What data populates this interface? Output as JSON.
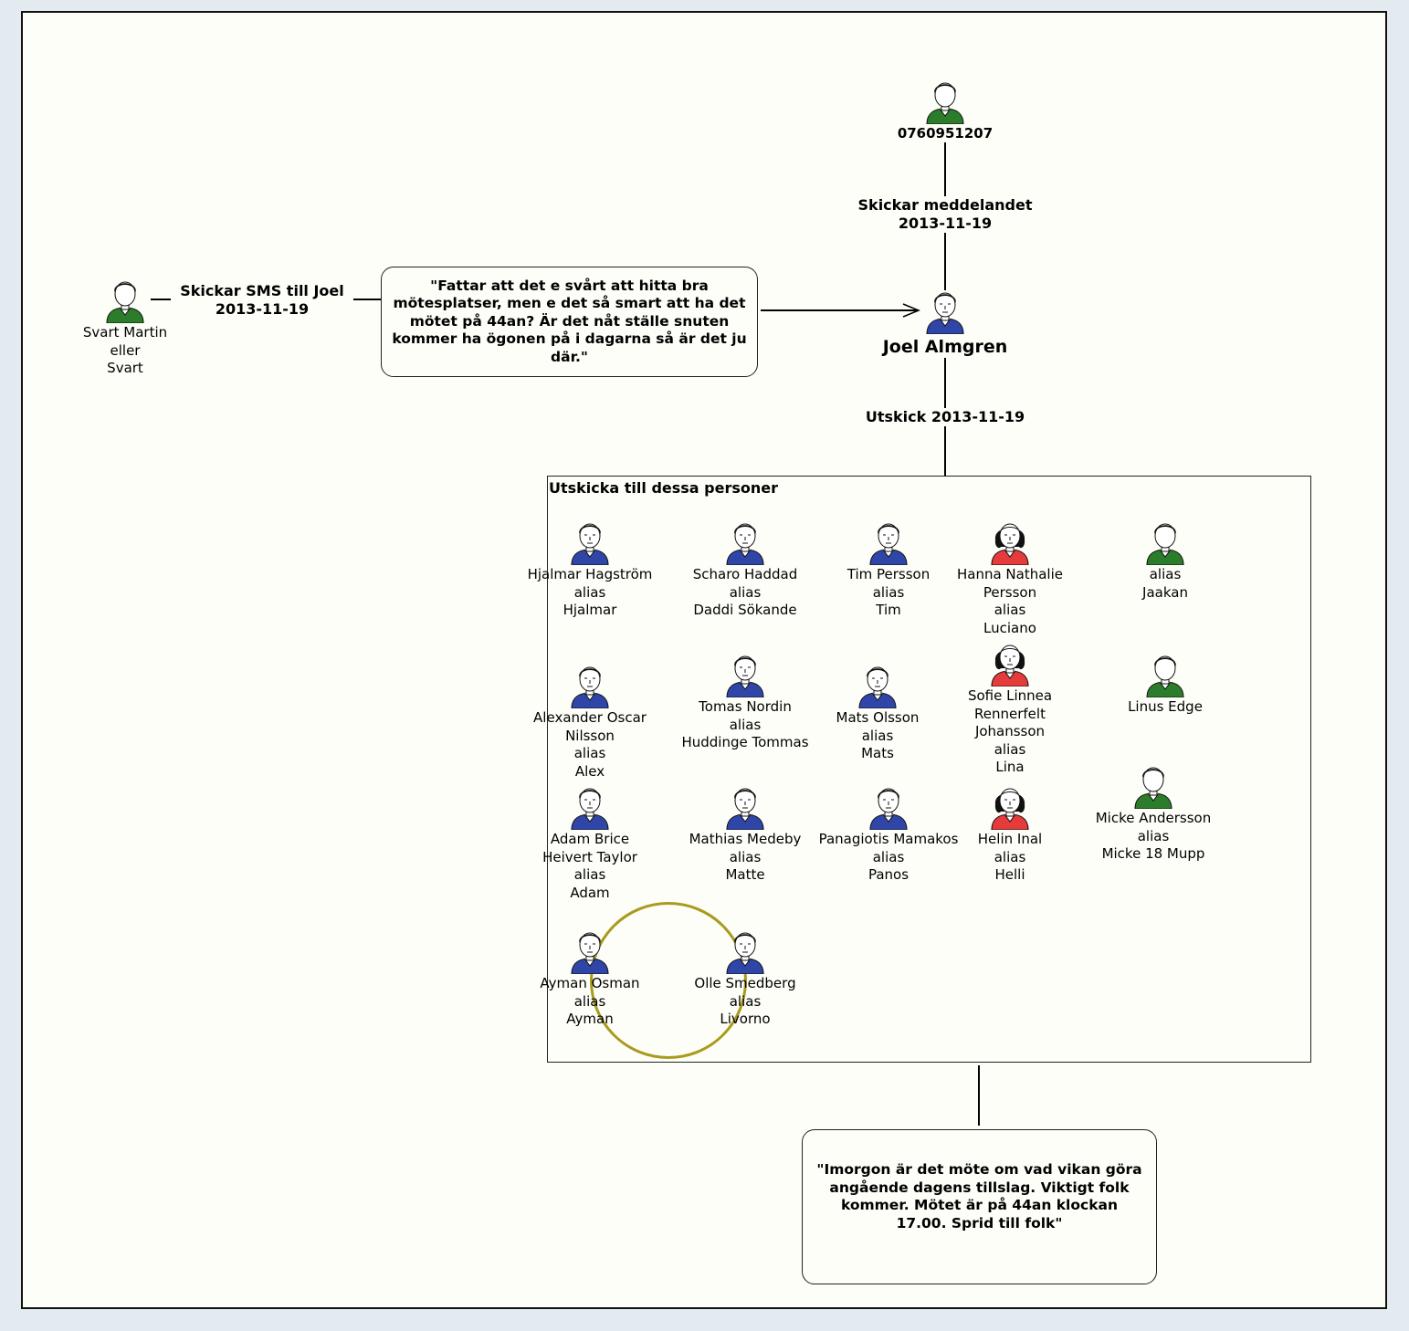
{
  "colors": {
    "male_shirt": "#2f46a8",
    "female_shirt": "#e53b3b",
    "unknown_shirt": "#2b7d2b",
    "highlight_ring": "#a89b1d"
  },
  "nodes": {
    "phone": {
      "label": "0760951207",
      "icon": "person-green-icon"
    },
    "svart": {
      "label": "Svart Martin\neller\nSvart",
      "icon": "person-green-icon"
    },
    "joel": {
      "label": "Joel Almgren",
      "icon": "person-male-icon"
    }
  },
  "edges": {
    "phone_to_joel": "Skickar meddelandet\n2013-11-19",
    "svart_to_message": "Skickar SMS till Joel\n2013-11-19",
    "joel_to_group": "Utskick 2013-11-19"
  },
  "messages": {
    "sms_text": "\"Fattar att det e svårt att hitta bra mötesplatser, men e det så smart att ha det mötet på 44an? Är det nåt ställe snuten kommer ha ögonen på i dagarna så är det ju där.\"",
    "broadcast_text": "\"Imorgon är det möte om vad vikan göra angående dagens tillslag.  Viktigt folk kommer. Mötet är på 44an klockan 17.00. Sprid till folk\""
  },
  "group": {
    "title": "Utskicka till dessa personer",
    "members": [
      {
        "label": "Hjalmar Hagström\nalias\nHjalmar",
        "gender": "male"
      },
      {
        "label": "Scharo Haddad\nalias\nDaddi Sökande",
        "gender": "male"
      },
      {
        "label": "Tim Persson\nalias\nTim",
        "gender": "male"
      },
      {
        "label": "Hanna Nathalie\nPersson\nalias\nLuciano",
        "gender": "female"
      },
      {
        "label": "alias\nJaakan",
        "gender": "unknown"
      },
      {
        "label": "Alexander Oscar Nilsson\nalias\nAlex",
        "gender": "male"
      },
      {
        "label": "Tomas Nordin\nalias\nHuddinge Tommas",
        "gender": "male"
      },
      {
        "label": "Mats Olsson\nalias\nMats",
        "gender": "male"
      },
      {
        "label": "Sofie Linnea\nRennerfelt\nJohansson\nalias\nLina",
        "gender": "female"
      },
      {
        "label": "Linus Edge",
        "gender": "unknown"
      },
      {
        "label": "Adam Brice\nHeivert Taylor\nalias\nAdam",
        "gender": "male"
      },
      {
        "label": "Mathias Medeby\nalias\nMatte",
        "gender": "male"
      },
      {
        "label": "Panagiotis Mamakos\nalias\nPanos",
        "gender": "male"
      },
      {
        "label": "Helin Inal\nalias\nHelli",
        "gender": "female"
      },
      {
        "label": "Micke Andersson\nalias\nMicke 18 Mupp",
        "gender": "unknown"
      },
      {
        "label": "Ayman Osman\nalias\nAyman",
        "gender": "male",
        "highlighted": true
      },
      {
        "label": "Olle Smedberg\nalias\nLivorno",
        "gender": "male"
      }
    ]
  }
}
